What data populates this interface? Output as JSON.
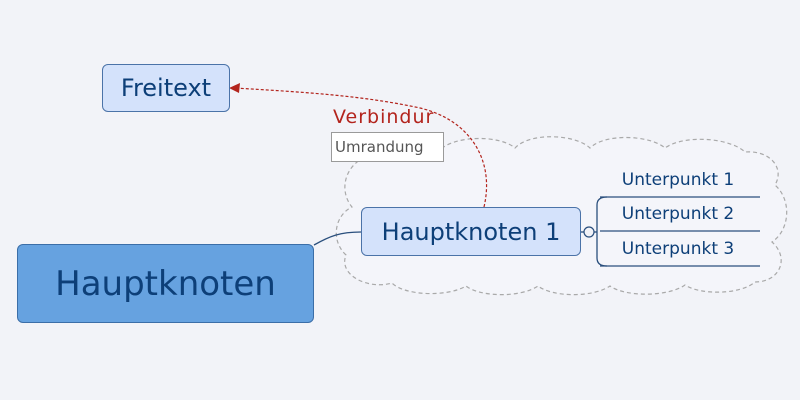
{
  "central_topic": {
    "label": "Hauptknoten"
  },
  "main_topic": {
    "label": "Hauptknoten 1"
  },
  "subtopics": [
    {
      "label": "Unterpunkt 1"
    },
    {
      "label": "Unterpunkt 2"
    },
    {
      "label": "Unterpunkt 3"
    }
  ],
  "floating_topic": {
    "label": "Freitext"
  },
  "relationship": {
    "label": "Verbindur"
  },
  "boundary": {
    "label": "Umrandung"
  },
  "colors": {
    "background": "#f2f3f8",
    "central_fill": "#66a2e0",
    "topic_fill": "#d4e2fb",
    "topic_text": "#0d3f78",
    "relationship": "#b3241d"
  }
}
